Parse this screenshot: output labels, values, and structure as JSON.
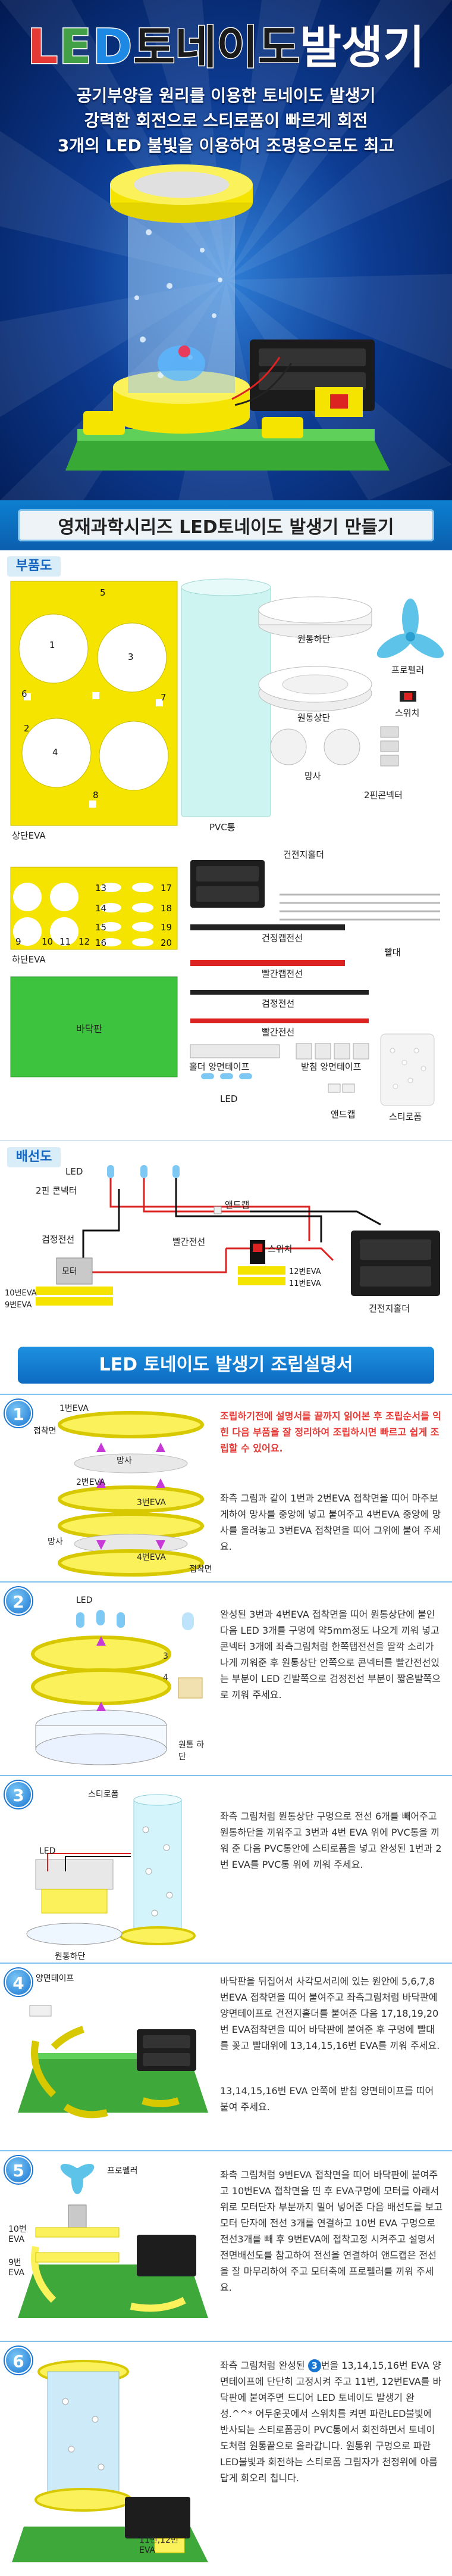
{
  "hero": {
    "title_led": [
      "L",
      "E",
      "D"
    ],
    "title_led_colors": [
      "#e53935",
      "#43a047",
      "#1e88e5"
    ],
    "title_name": "토네이도",
    "title_gen": "발생기",
    "lines": [
      "공기부양을 원리를 이용한 토네이도 발생기",
      "강력한 회전으로 스티로폼이 빠르게 회전",
      "3개의 LED 불빛을 이용하여 조명용으로도 최고"
    ]
  },
  "banner": {
    "title": "영재과학시리즈 LED토네이도 발생기 만들기"
  },
  "parts": {
    "section_label": "부품도",
    "labels": {
      "upper_eva": "상단EVA",
      "lower_eva": "하단EVA",
      "base_plate": "바닥판",
      "pvc_tube": "PVC통",
      "lower_holder": "원통하단",
      "upper_holder": "원통상단",
      "mesh": "망사",
      "propeller": "프로펠러",
      "switch": "스위치",
      "connector_2pin": "2핀콘넥터",
      "battery_holder": "건전지홀더",
      "heat_shrink": "건정캡전선",
      "straw": "빨대",
      "red_cap_wire": "빨간캡전선",
      "black_wire": "검정전선",
      "red_wire": "빨간전선",
      "holder_tape": "홀더 양면테이프",
      "tray_tape": "받침 양면테이프",
      "led": "LED",
      "end_cap": "앤드캡",
      "styrofoam": "스티로폼"
    },
    "upper_numbers": [
      "1",
      "2",
      "3",
      "4",
      "5",
      "6",
      "7",
      "8"
    ],
    "lower_numbers": [
      "9",
      "10",
      "11",
      "12",
      "13",
      "14",
      "15",
      "16",
      "17",
      "18",
      "19",
      "20"
    ]
  },
  "wiring": {
    "section_label": "배선도",
    "labels": {
      "led": "LED",
      "connector": "2핀 콘넥터",
      "end_cap": "앤드캡",
      "black_wire": "검정전선",
      "red_wire": "빨간전선",
      "switch": "스위치",
      "motor": "모터",
      "eva10": "10번EVA",
      "eva9": "9번EVA",
      "eva12": "12번EVA",
      "eva11": "11번EVA",
      "battery_holder": "건전지홀더"
    }
  },
  "assembly": {
    "title": "LED 토네이도 발생기 조립설명서",
    "steps": [
      {
        "num": "1",
        "labels": {
          "eva1": "1번EVA",
          "glue": "접착면",
          "eva2": "2번EVA",
          "mesh": "망사",
          "eva3": "3번EVA",
          "mesh2": "망사",
          "eva4": "4번EVA",
          "glue2": "접착면"
        },
        "warning": "조립하기전에 설명서를 끝까지 읽어본 후 조립순서를 익힌 다음 부품을 잘 정리하여 조립하시면 빠르고 쉽게 조립할 수 있어요.",
        "text": "좌측 그림과 같이 1번과 2번EVA 접착면을 띠어 마주보게하여 망사를 중앙에 넣고 붙여주고 4번EVA 중앙에 망사를 올려놓고 3번EVA 접착면을 띠어 그위에 붙여 주세요."
      },
      {
        "num": "2",
        "labels": {
          "led": "LED",
          "n3": "3",
          "n4": "4",
          "lower": "원통 하단"
        },
        "text": "완성된 3번과 4번EVA 접착면을 띠어 원통상단에 붙인 다음 LED 3개를 구멍에 약5mm정도 나오게 끼워 넣고 콘넥터 3개에 좌측그림처럼 한쪽탭전선을 딸깍 소리가 나게 끼워준 후 원통상단 안쪽으로 콘넥터를 빨간전선있는 부분이 LED 긴발쪽으로 검정전선 부분이 짧은발쪽으로 끼워 주세요."
      },
      {
        "num": "3",
        "labels": {
          "styro": "스티로폼",
          "led": "LED",
          "lower": "원통하단"
        },
        "text": "좌측 그림처럼 원통상단 구멍으로 전선 6개를 빼어주고 원통하단을 끼워주고 3번과 4번 EVA 위에 PVC통을 끼워 준 다음 PVC통안에 스티로폼을 넣고 완성된 1번과 2번 EVA를 PVC통 위에 끼워 주세요."
      },
      {
        "num": "4",
        "labels": {
          "tape": "양면테이프"
        },
        "text": "바닥판을 뒤집어서 사각모서리에 있는 원안에 5,6,7,8번EVA 접착면을 띠어 붙여주고 좌측그림처럼 바닥판에 양면테이프로 건전지홀더를 붙여준 다음 17,18,19,20번 EVA접착면을 띠어 바닥판에 붙여준 후 구멍에 빨대를 꽂고 빨대위에 13,14,15,16번 EVA를 끼워 주세요.",
        "text2": "13,14,15,16번 EVA 안쪽에 받침 양면테이프를 띠어 붙여 주세요."
      },
      {
        "num": "5",
        "labels": {
          "prop": "프로펠러",
          "eva10": "10번 EVA",
          "eva9": "9번 EVA"
        },
        "text": "좌측 그림처럼 9번EVA 접착면을 띠어 바닥판에 붙여주고 10번EVA 접착면을 띤 후 EVA구멍에 모터를 아래서 위로 모터단자 부분까지 밀어 넣어준 다음 배선도를 보고 모터 단자에 전선 3개를 연결하고 10번 EVA 구멍으로 전선3개를 빼 후 9번EVA에 접착고정 시켜주고 설명서 전면배선도를 참고하여 전선을 연결하여 앤드캡은 전선을 잘 마무리하여 주고 모터축에 프로펠러를 끼워 주세요."
      },
      {
        "num": "6",
        "labels": {
          "eva": "11번,12번 EVA"
        },
        "text_pre": "좌측 그림처럼 완성된",
        "text_circle": "3",
        "text": "번을 13,14,15,16번 EVA 양면테이프에 단단히 고정시켜 주고 11번, 12번EVA를 바닥판에 붙여주면 드디어 LED 토네이도 발생기 완성.^^* 어두운곳에서 스위치를 켜면 파란LED불빛에 반사되는 스티로폼공이 PVC통에서 회전하면서 토네이도처럼 원통끝으로 올라갑니다. 원통위 구멍으로 파란 LED불빛과 회전하는 스티로폼 그림자가 천정위에 아름답게 회오리 칩니다."
      }
    ]
  },
  "colors": {
    "accent_blue": "#1976d2",
    "eva_yellow": "#f4e400",
    "base_green": "#3cb43c",
    "warning_red": "#e53935"
  }
}
